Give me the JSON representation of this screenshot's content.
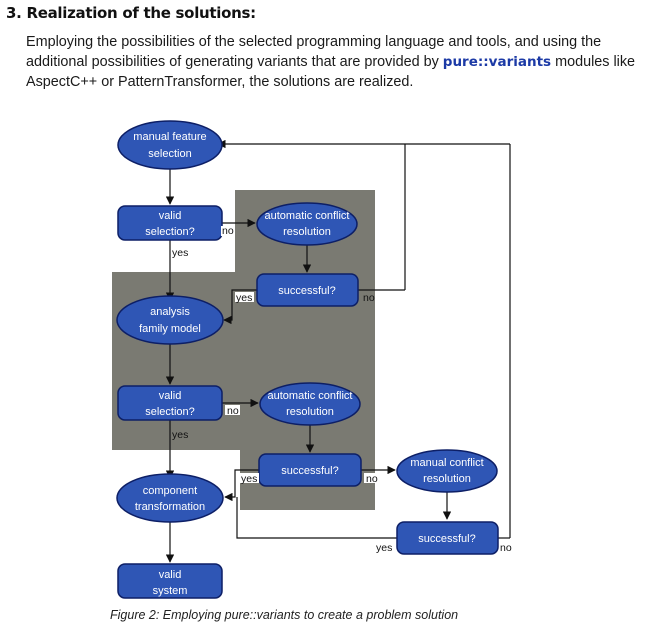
{
  "heading": "3. Realization of the solutions:",
  "paragraph": {
    "before": "Employing the possibilities of the selected programming language and tools, and using the additional possibilities of generating variants that are provided by ",
    "brand": "pure::variants",
    "after": " modules like AspectC++ or PatternTransformer, the solutions are realized."
  },
  "diagram": {
    "nodes": {
      "manual_feature_selection": [
        "manual feature",
        "selection"
      ],
      "valid_selection_1": [
        "valid",
        "selection?"
      ],
      "auto_conflict_1": [
        "automatic conflict",
        "resolution"
      ],
      "successful_1": [
        "successful?"
      ],
      "analysis_family_model": [
        "analysis",
        "family model"
      ],
      "valid_selection_2": [
        "valid",
        "selection?"
      ],
      "auto_conflict_2": [
        "automatic conflict",
        "resolution"
      ],
      "successful_2": [
        "successful?"
      ],
      "manual_conflict_resolution": [
        "manual conflict",
        "resolution"
      ],
      "component_transformation": [
        "component",
        "transformation"
      ],
      "successful_3": [
        "successful?"
      ],
      "valid_system": [
        "valid",
        "system"
      ]
    },
    "labels": {
      "no_1": "no",
      "yes_1": "yes",
      "yes_2": "yes",
      "no_2": "no",
      "no_3": "no",
      "yes_3": "yes",
      "yes_4": "yes",
      "no_4": "no",
      "yes_5": "yes",
      "no_5": "no"
    },
    "colors": {
      "node_fill": "#2f56b5",
      "node_stroke": "#0d1f66",
      "region": "#7a7a72",
      "line": "#111111"
    }
  },
  "caption": "Figure 2: Employing pure::variants to create a problem solution"
}
